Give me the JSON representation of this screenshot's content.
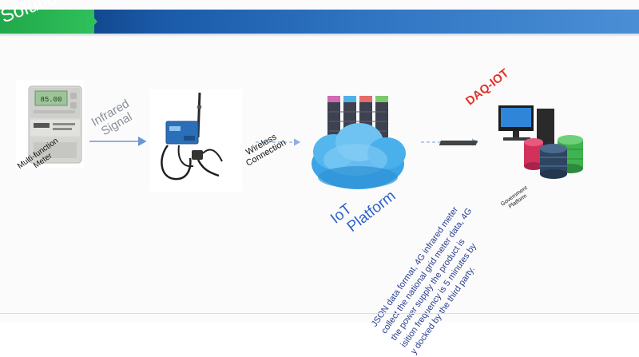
{
  "slide": {
    "title": "Solutio",
    "colors": {
      "title_bar": "#1a5aa8",
      "title_accent": "#2fbf5a",
      "iot_text": "#2f63c9",
      "daq_text": "#e0342b",
      "desc_text": "#2a3f8f"
    }
  },
  "nodes": {
    "meter": {
      "line1": "Multi-function",
      "line2": "Meter",
      "display": "85.00",
      "icon": "electric-meter-icon"
    },
    "infrared": {
      "line1": "Infrared",
      "line2": "Signal"
    },
    "gateway": {
      "icon": "4g-gateway-icon"
    },
    "wireless": {
      "line1": "Wireless",
      "line2": "Connection"
    },
    "iot": {
      "line1": "IoT",
      "line2": "Platform",
      "icon": "server-cloud-icon"
    },
    "daq": {
      "label": "DAQ-IOT"
    },
    "government": {
      "line1": "Government",
      "line2": "Platform",
      "icon": "computer-database-icon"
    }
  },
  "description": {
    "lines": [
      "JSON data format, 4G infrared meter",
      "collect the national grid meter data, 4G",
      "the power supply the product is",
      "isition frequency is 5 minutes by",
      "y docked by the third party."
    ]
  }
}
